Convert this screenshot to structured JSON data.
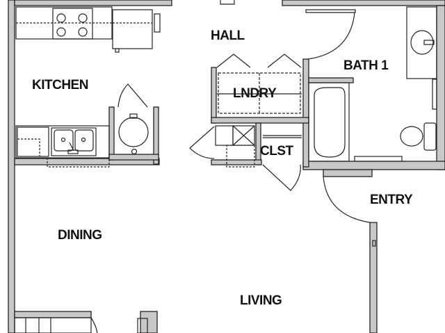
{
  "plan": {
    "colors": {
      "wall_fill": "#c8c8c8",
      "line": "#222222",
      "background": "#ffffff",
      "label": "#111111"
    },
    "rooms": [
      {
        "id": "hall",
        "label": "HALL"
      },
      {
        "id": "kitchen",
        "label": "KITCHEN"
      },
      {
        "id": "laundry",
        "label": "LNDRY"
      },
      {
        "id": "bath1",
        "label": "BATH 1"
      },
      {
        "id": "closet",
        "label": "CLST"
      },
      {
        "id": "entry",
        "label": "ENTRY"
      },
      {
        "id": "dining",
        "label": "DINING"
      },
      {
        "id": "living",
        "label": "LIVING"
      }
    ],
    "fixtures": [
      {
        "id": "range",
        "icon": "stove-icon"
      },
      {
        "id": "refrigerator",
        "icon": "fridge-icon"
      },
      {
        "id": "kitchen-sink",
        "icon": "double-sink-icon"
      },
      {
        "id": "water-heater",
        "icon": "water-heater-icon"
      },
      {
        "id": "washer-dryer",
        "icon": "washer-dryer-icon"
      },
      {
        "id": "hvac",
        "icon": "hvac-icon"
      },
      {
        "id": "bathtub",
        "icon": "bathtub-icon"
      },
      {
        "id": "vanity-sink",
        "icon": "sink-icon"
      },
      {
        "id": "toilet",
        "icon": "toilet-icon"
      }
    ]
  }
}
